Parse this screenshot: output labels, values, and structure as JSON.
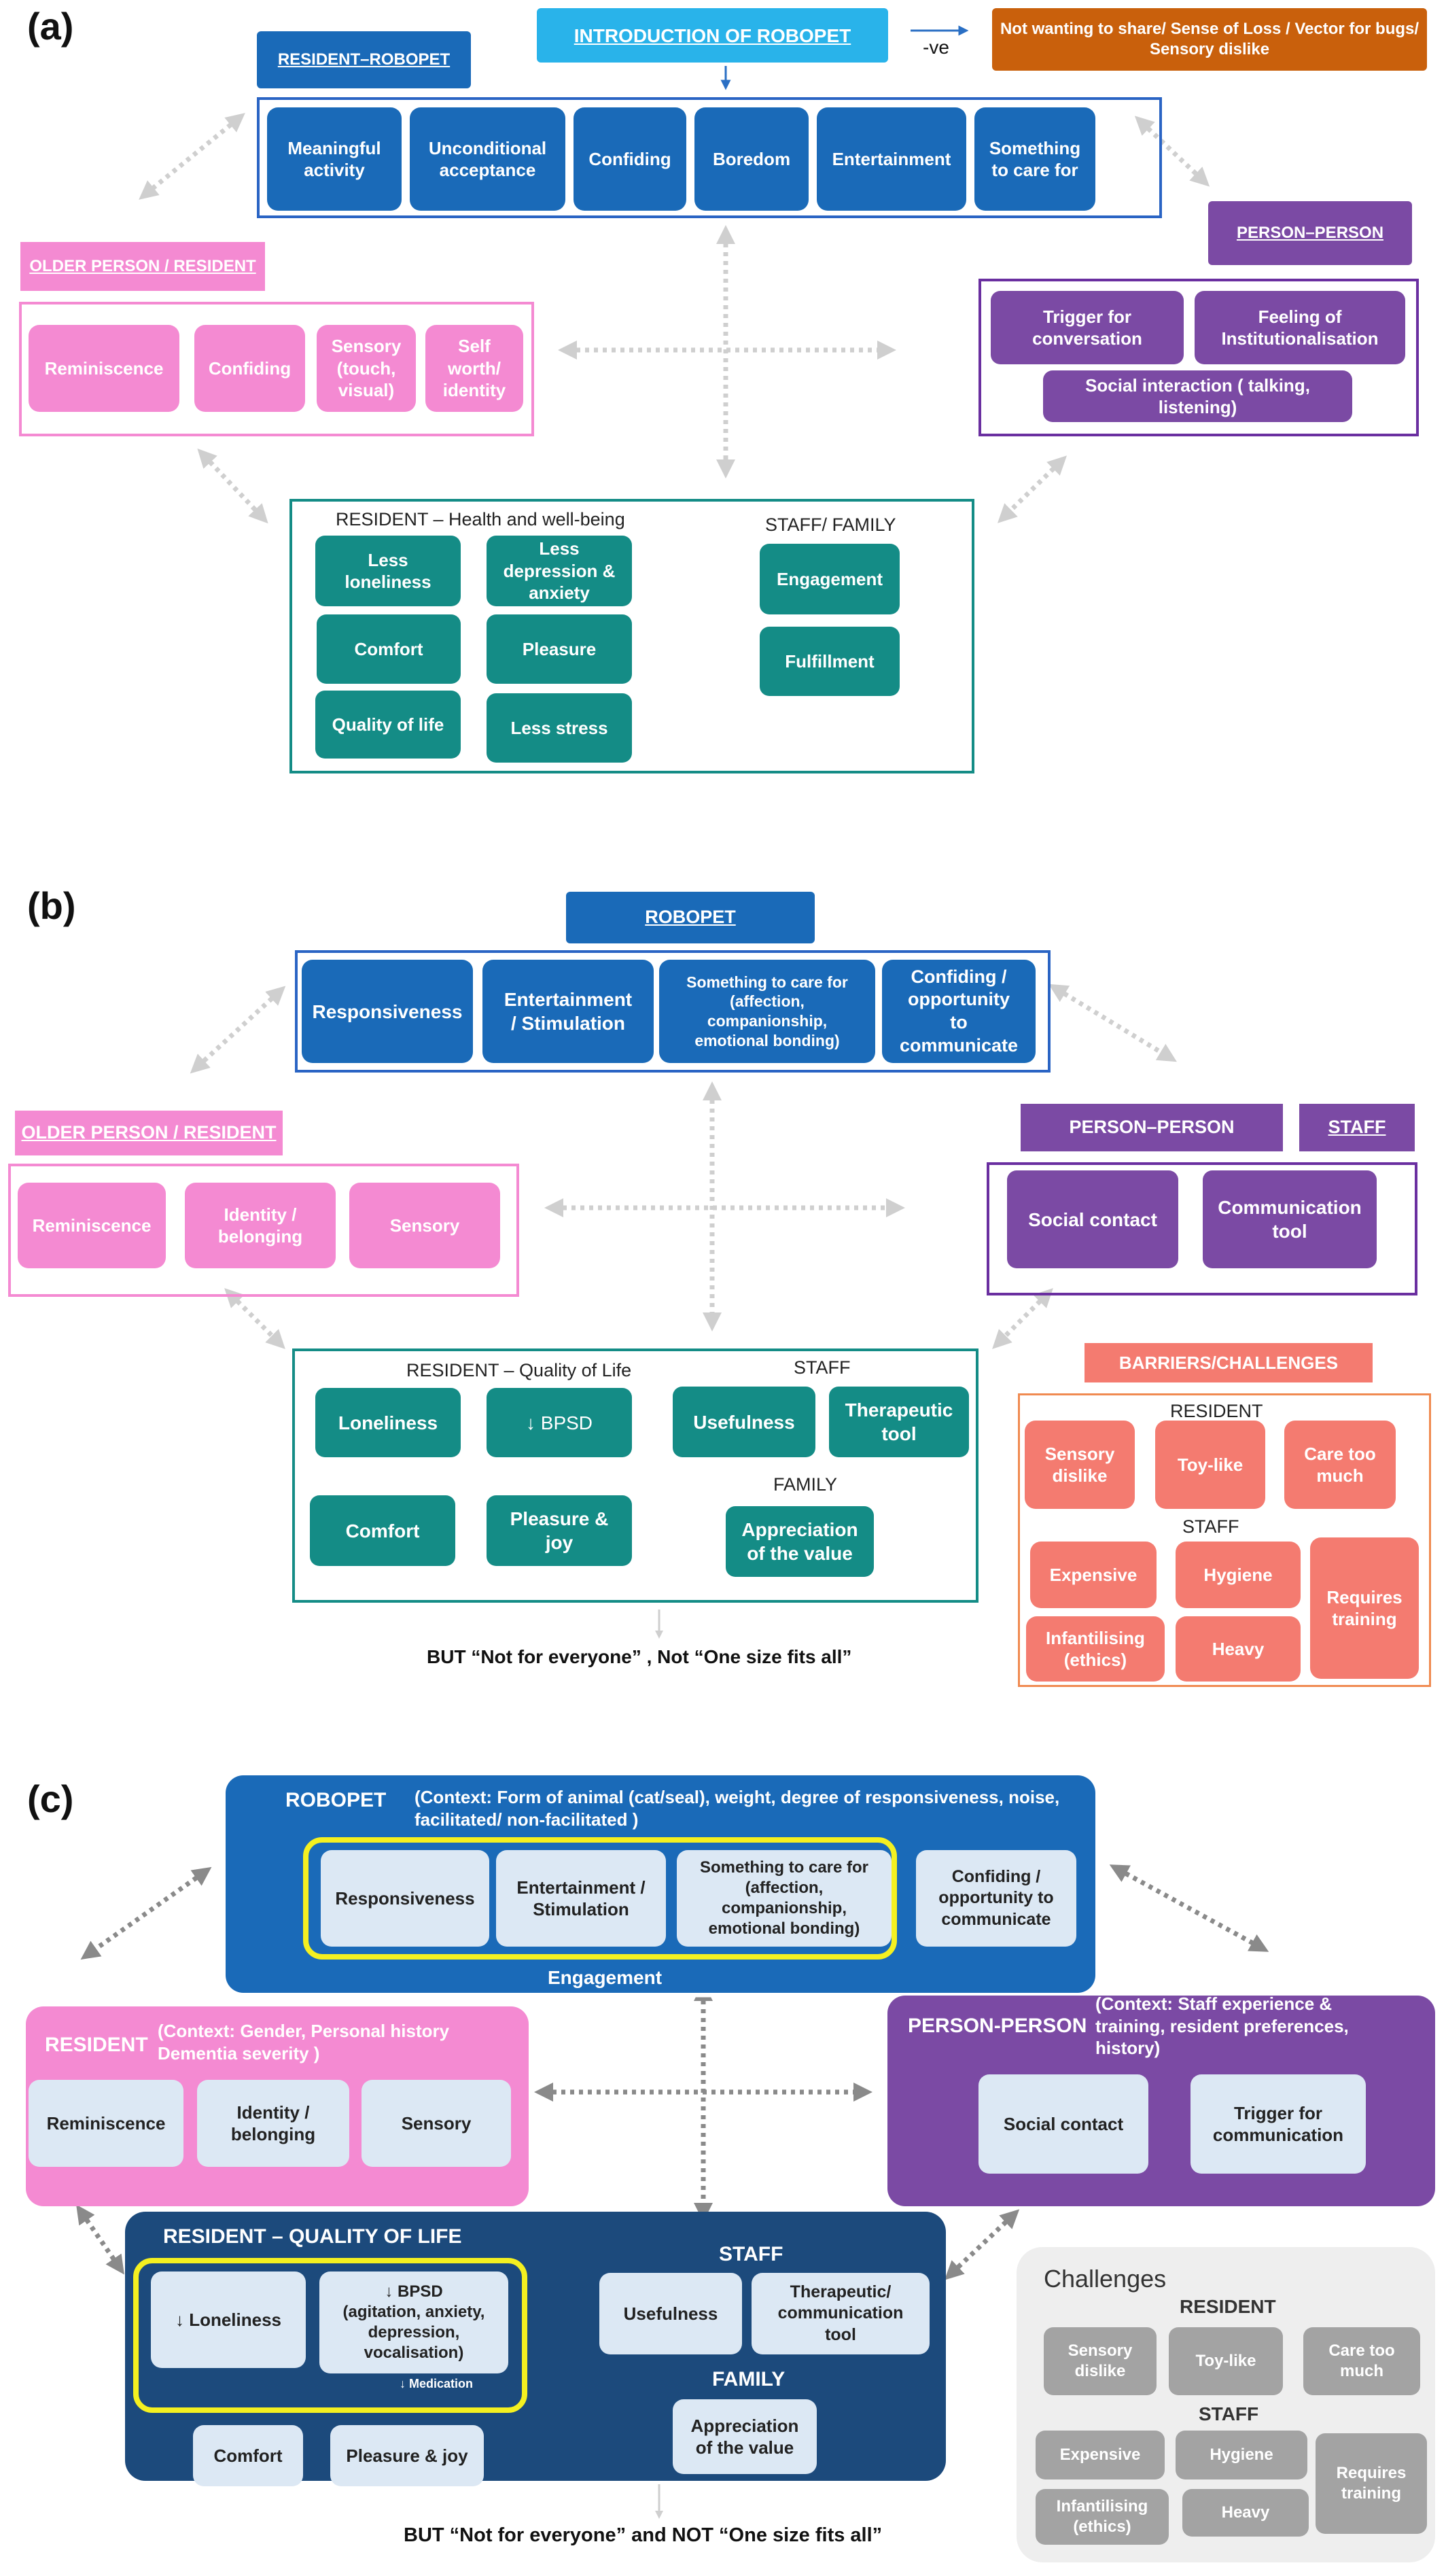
{
  "colors": {
    "robopet_blue": "#1a6ab8",
    "intro_cyan": "#29b3ea",
    "negative_orange": "#c9600c",
    "resident_pink": "#f48ad2",
    "person_purple": "#7b4aa4",
    "wellbeing_teal": "#148c86",
    "barrier_salmon": "#f47b70",
    "light_box": "#dce8f4",
    "qol_navy": "#1c4a7c",
    "highlight_yellow": "#f4f020",
    "challenge_grey": "#a3a3a3"
  },
  "panel_a": {
    "label": "(a)",
    "intro": "INTRODUCTION OF ROBOPET",
    "negative_label": "-ve",
    "negative": "Not wanting to share/ Sense of Loss / Vector for bugs/ Sensory dislike",
    "resident_robopet": {
      "header": "RESIDENT–ROBOPET",
      "items": [
        "Meaningful\nactivity",
        "Unconditional\nacceptance",
        "Confiding",
        "Boredom",
        "Entertainment",
        "Something\nto care for"
      ]
    },
    "older_person": {
      "header": "OLDER PERSON / RESIDENT",
      "items": [
        "Reminiscence",
        "Confiding",
        "Sensory\n(touch,\nvisual)",
        "Self\nworth/\nidentity"
      ]
    },
    "person_person": {
      "header": "PERSON–PERSON",
      "items": [
        "Trigger for\nconversation",
        "Feeling of\nInstitutionalisation",
        "Social interaction ( talking, listening)"
      ]
    },
    "health": {
      "resident_title": "RESIDENT – Health and well-being",
      "resident_items": [
        "Less\nloneliness",
        "Less\ndepression &\nanxiety",
        "Comfort",
        "Pleasure",
        "Quality of life",
        "Less stress"
      ],
      "staff_title": "STAFF/ FAMILY",
      "staff_items": [
        "Engagement",
        "Fulfillment"
      ]
    }
  },
  "panel_b": {
    "label": "(b)",
    "robopet": {
      "header": "ROBOPET",
      "items": [
        "Responsiveness",
        "Entertainment\n/ Stimulation",
        "Something to care for\n(affection,\ncompanionship,\nemotional bonding)",
        "Confiding /\nopportunity\nto\ncommunicate"
      ]
    },
    "older_person": {
      "header": "OLDER PERSON / RESIDENT",
      "items": [
        "Reminiscence",
        "Identity /\nbelonging",
        "Sensory"
      ]
    },
    "person_person": {
      "header": "PERSON–PERSON",
      "staff_header": "STAFF",
      "items": [
        "Social contact",
        "Communication\ntool"
      ]
    },
    "qol": {
      "resident_title": "RESIDENT – Quality of Life",
      "resident_items": [
        "Loneliness",
        "↓ BPSD",
        "Comfort",
        "Pleasure &\njoy"
      ],
      "staff_title": "STAFF",
      "staff_items": [
        "Usefulness",
        "Therapeutic\ntool"
      ],
      "family_title": "FAMILY",
      "family_items": [
        "Appreciation\nof the value"
      ]
    },
    "barriers": {
      "header": "BARRIERS/CHALLENGES",
      "resident_title": "RESIDENT",
      "resident_items": [
        "Sensory\ndislike",
        "Toy-like",
        "Care too\nmuch"
      ],
      "staff_title": "STAFF",
      "staff_items": [
        "Expensive",
        "Hygiene",
        "Requires\ntraining",
        "Infantilising\n(ethics)",
        "Heavy"
      ]
    },
    "footer": "BUT “Not for everyone” , Not  “One size fits all”"
  },
  "panel_c": {
    "label": "(c)",
    "robopet": {
      "header": "ROBOPET",
      "context": "(Context: Form of animal (cat/seal), weight, degree of responsiveness, noise,\nfacilitated/ non-facilitated )",
      "items": [
        "Responsiveness",
        "Entertainment /\nStimulation",
        "Something to care for\n(affection,\ncompanionship,\nemotional bonding)",
        "Confiding /\nopportunity to\ncommunicate"
      ],
      "engagement": "Engagement"
    },
    "resident": {
      "header": "RESIDENT",
      "context": "(Context: Gender, Personal history\nDementia severity )",
      "items": [
        "Reminiscence",
        "Identity /\nbelonging",
        "Sensory"
      ]
    },
    "person_person": {
      "header": "PERSON-PERSON",
      "context": "(Context: Staff experience &\ntraining, resident preferences,\nhistory)",
      "items": [
        "Social contact",
        "Trigger for\ncommunication"
      ]
    },
    "qol": {
      "header": "RESIDENT – QUALITY OF LIFE",
      "loneliness": "↓ Loneliness",
      "bpsd": "↓ BPSD\n(agitation, anxiety,\ndepression,\nvocalisation)",
      "medication": "↓ Medication",
      "comfort": "Comfort",
      "pleasure": "Pleasure & joy",
      "staff_title": "STAFF",
      "staff_items": [
        "Usefulness",
        "Therapeutic/\ncommunication\ntool"
      ],
      "family_title": "FAMILY",
      "family_items": [
        "Appreciation\nof the value"
      ]
    },
    "challenges": {
      "header": "Challenges",
      "resident_title": "RESIDENT",
      "resident_items": [
        "Sensory\ndislike",
        "Toy-like",
        "Care too\nmuch"
      ],
      "staff_title": "STAFF",
      "staff_items": [
        "Expensive",
        "Hygiene",
        "Requires\ntraining",
        "Infantilising\n(ethics)",
        "Heavy"
      ]
    },
    "footer": "BUT “Not for everyone” and NOT “One size fits all”"
  }
}
